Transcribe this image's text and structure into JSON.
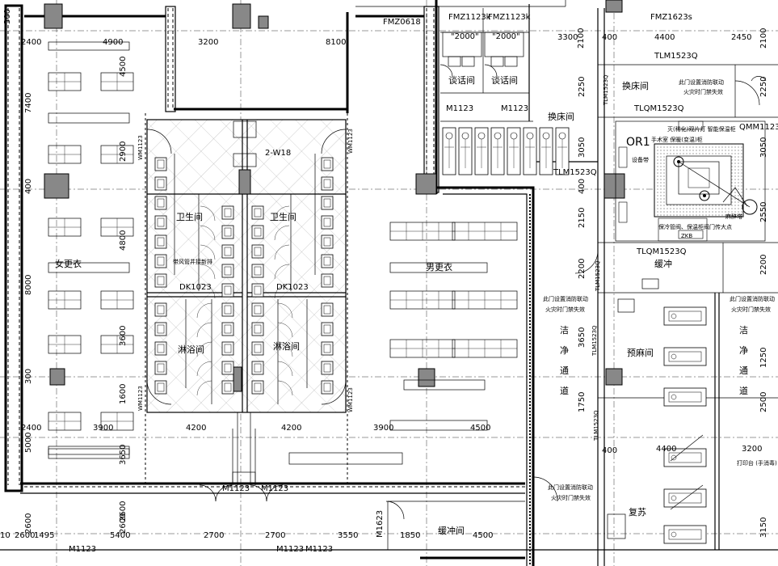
{
  "rooms": {
    "female_locker": "女更衣",
    "male_locker": "男更衣",
    "toilet_l": "卫生间",
    "toilet_r": "卫生间",
    "shower_l": "淋浴间",
    "shower_r": "淋浴间",
    "talk_1": "谈话间",
    "talk_2": "谈话间",
    "bed_change_top": "换床间",
    "bed_change": "换床间",
    "buffer_1": "缓冲",
    "buffer_2": "缓冲间",
    "pre_anes": "预麻间",
    "recovery": "复苏",
    "clean_corr_l": [
      "洁",
      "净",
      "通",
      "道"
    ],
    "clean_corr_r": [
      "洁",
      "净",
      "通",
      "道"
    ],
    "or1": "OR1"
  },
  "door_tags": {
    "fmz1": "FMZ1123k",
    "fmz1b": "\"2000\"",
    "fmz2": "FMZ1123k",
    "fmz2b": "\"2000\"",
    "fmz3": "FMZ1623s",
    "fmz4": "FMZ0618",
    "m1123_a": "M1123",
    "m1123_b": "M1123",
    "m1123_c": "M1123",
    "m1123_d": "M1123",
    "m1123_e": "M1123",
    "m1123_f": "M1123",
    "m1123_g": "M1123",
    "m1623": "M1623",
    "wm1": "WM1123",
    "wm2": "WM1123",
    "wm3": "WM1123",
    "wm4": "WM1123",
    "dk1": "DK1023",
    "dk2": "DK1023",
    "w18": "2-W18",
    "tlm1": "TLM1523Q",
    "tlm2": "TLM1523Q",
    "tlm3": "TLM1523Q",
    "tlm4": "TLM1523Q",
    "tlm5": "TLM1523Q",
    "tlm6": "TLM1523Q",
    "tlqm1": "TLQM1523Q",
    "tlqm2": "TLQM1523Q",
    "qmm": "QMM1123Q"
  },
  "notes": {
    "fire1a": "此门设置消防联动",
    "fire1b": "火灾时门禁失效",
    "fire2a": "此门设置消防联动",
    "fire2b": "火灾时门禁失效",
    "fire3a": "此门设置消防联动",
    "fire3b": "火灾时门禁失效",
    "fire4a": "此门设置消防联动",
    "fire4b": "火灾时门禁失效",
    "smoke": "带风管井接新排",
    "or_note1": "灭(稀化)观片灯 智能保温柜",
    "or_note2": "手术室 保暖(变温)柜",
    "or_note3": "设备带",
    "or_note4": "麻醉塔",
    "or_note5": "保冷管阀、保温柜阀门传大点",
    "print": "打印台 (手消毒)",
    "zkb": "ZKB"
  },
  "dims_top": [
    "2400",
    "4900",
    "3200",
    "8100",
    "3300",
    "2100",
    "400",
    "4400",
    "2450",
    "2100"
  ],
  "dims_left": [
    "300",
    "7400",
    "400",
    "8000",
    "300",
    "5000"
  ],
  "dims_mid_v": [
    "4500",
    "2900",
    "4800",
    "3600",
    "1600",
    "3650",
    "2600"
  ],
  "dims_right_v": [
    "2250",
    "3050",
    "400",
    "2150",
    "2200",
    "3650",
    "1750"
  ],
  "dims_far_right": [
    "2250",
    "3050",
    "2550",
    "2200",
    "1250",
    "2500",
    "3150"
  ],
  "dims_inner_h": [
    "2400",
    "3900",
    "4200",
    "4200",
    "3900",
    "4500",
    "400",
    "4400",
    "3200"
  ],
  "dims_bottom": [
    "10",
    "2600",
    "1495",
    "5400",
    "2700",
    "2700",
    "3550",
    "1850",
    "4500"
  ],
  "dims_bottom_v": [
    "2600",
    "2600"
  ]
}
